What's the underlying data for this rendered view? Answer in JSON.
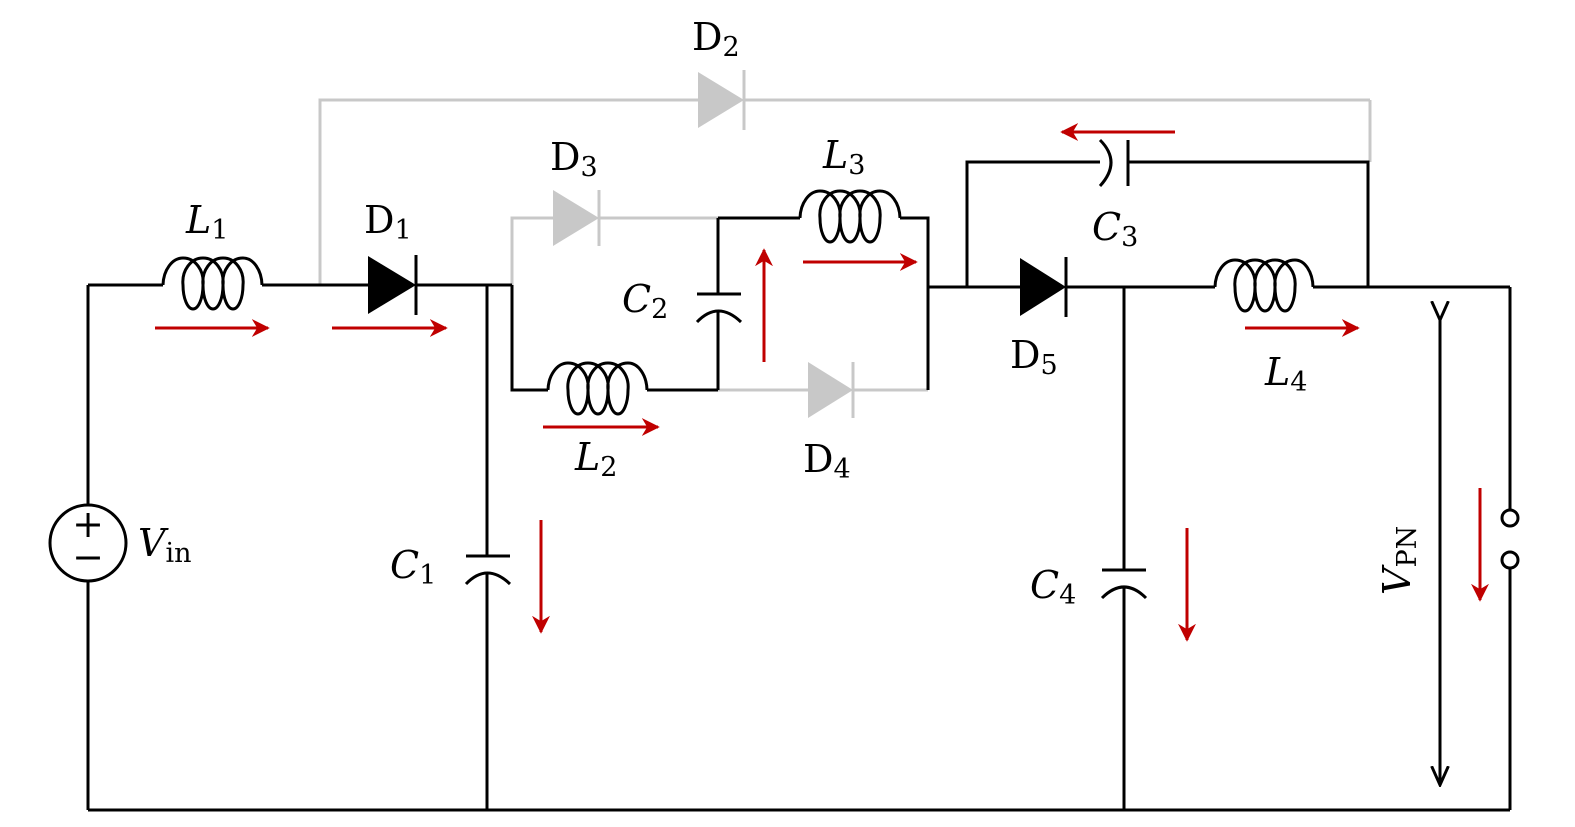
{
  "colors": {
    "active": "#000000",
    "inactive": "#c8c8c8",
    "current": "#c00000",
    "background": "#ffffff"
  },
  "labels": {
    "L1": {
      "main": "L",
      "sub": "1"
    },
    "L2": {
      "main": "L",
      "sub": "2"
    },
    "L3": {
      "main": "L",
      "sub": "3"
    },
    "L4": {
      "main": "L",
      "sub": "4"
    },
    "D1": {
      "main": "D",
      "sub": "1"
    },
    "D2": {
      "main": "D",
      "sub": "2"
    },
    "D3": {
      "main": "D",
      "sub": "3"
    },
    "D4": {
      "main": "D",
      "sub": "4"
    },
    "D5": {
      "main": "D",
      "sub": "5"
    },
    "C1": {
      "main": "C",
      "sub": "1"
    },
    "C2": {
      "main": "C",
      "sub": "2"
    },
    "C3": {
      "main": "C",
      "sub": "3"
    },
    "C4": {
      "main": "C",
      "sub": "4"
    },
    "Vin": {
      "main": "V",
      "sub": "in"
    },
    "VPN": {
      "main": "V",
      "sub": "PN"
    },
    "source_plus": "+",
    "source_minus": "−"
  },
  "components": {
    "conducting_diodes": [
      "D1",
      "D5"
    ],
    "blocked_diodes": [
      "D2",
      "D3",
      "D4"
    ],
    "inductors": [
      "L1",
      "L2",
      "L3",
      "L4"
    ],
    "capacitors": [
      "C1",
      "C2",
      "C3",
      "C4"
    ],
    "source": "Vin",
    "output_terminals": "VPN"
  }
}
